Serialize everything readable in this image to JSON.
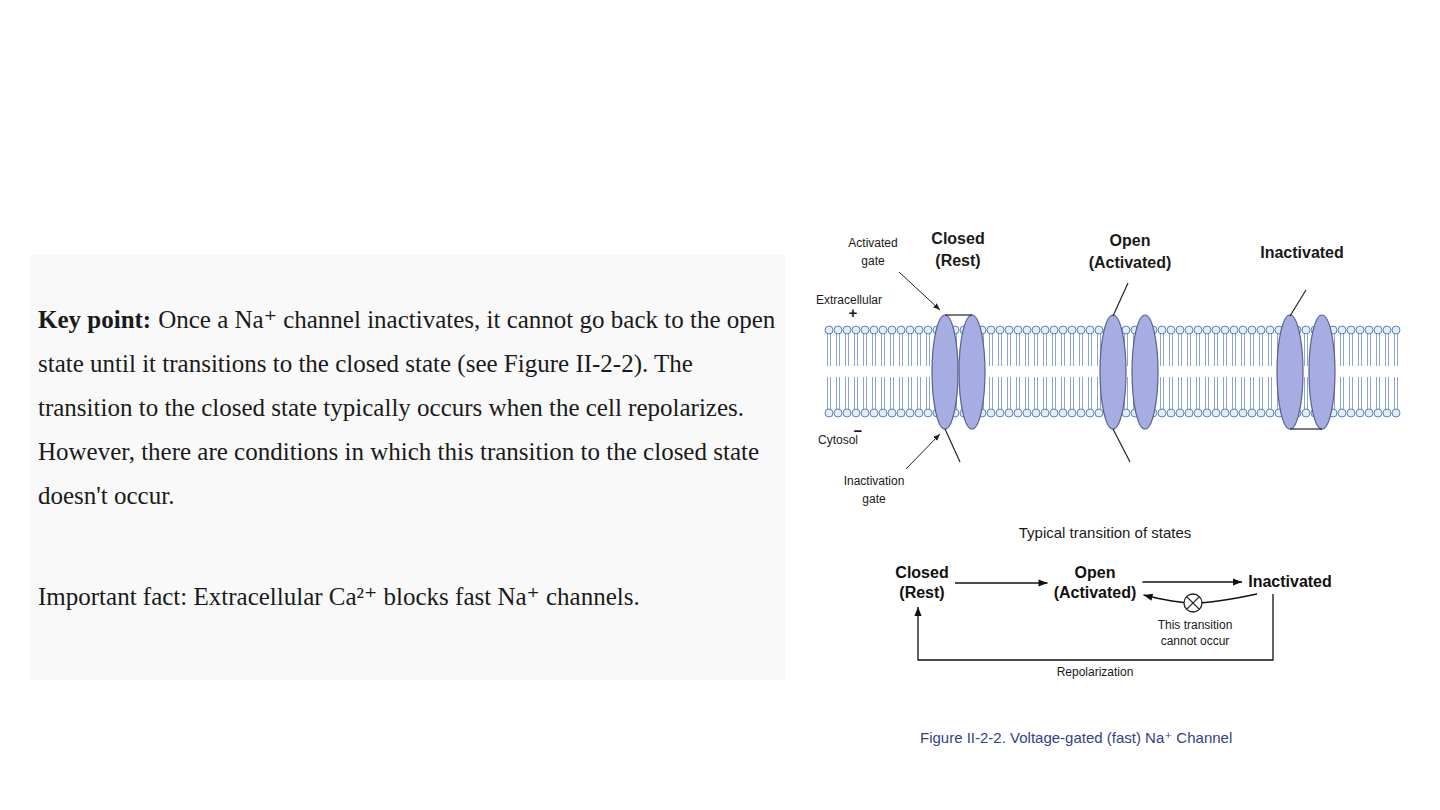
{
  "diagram": {
    "caption": "Figure II-2-2. Voltage-gated (fast) Na⁺ Channel",
    "nodes": [
      {
        "text": [
          "Closed (Rest)"
        ]
      },
      {
        "text": [
          "Open (Activated)"
        ]
      },
      {
        "text": [
          "Inactivated"
        ]
      }
    ],
    "edges": [
      {
        "from": 0,
        "to": 1,
        "arrow": "to"
      },
      {
        "from": 1,
        "to": 2,
        "arrow": "to"
      },
      {
        "from": 2,
        "to": 1,
        "arrow": "to",
        "label": "This transition cannot occur"
      },
      {
        "from": 2,
        "to": 0,
        "arrow": "to",
        "label": "Repolarization"
      }
    ],
    "labels": [
      "Key point:",
      "Once a Na⁺ channel inactivates, it cannot go back to the open state until it transitions to the closed state (see Figure II-2-2). The transition to the closed state typically occurs when the cell repolarizes. However, there are conditions in which this transition to the closed state doesn't occur.",
      "Important fact: Extracellular Ca²⁺ blocks fast Na⁺ channels.",
      "Activated gate",
      "Closed (Rest)",
      "Open (Activated)",
      "Inactivated",
      "Extracellular",
      "+",
      "Cytosol",
      "−",
      "Inactivation gate",
      "Typical transition of states"
    ]
  }
}
